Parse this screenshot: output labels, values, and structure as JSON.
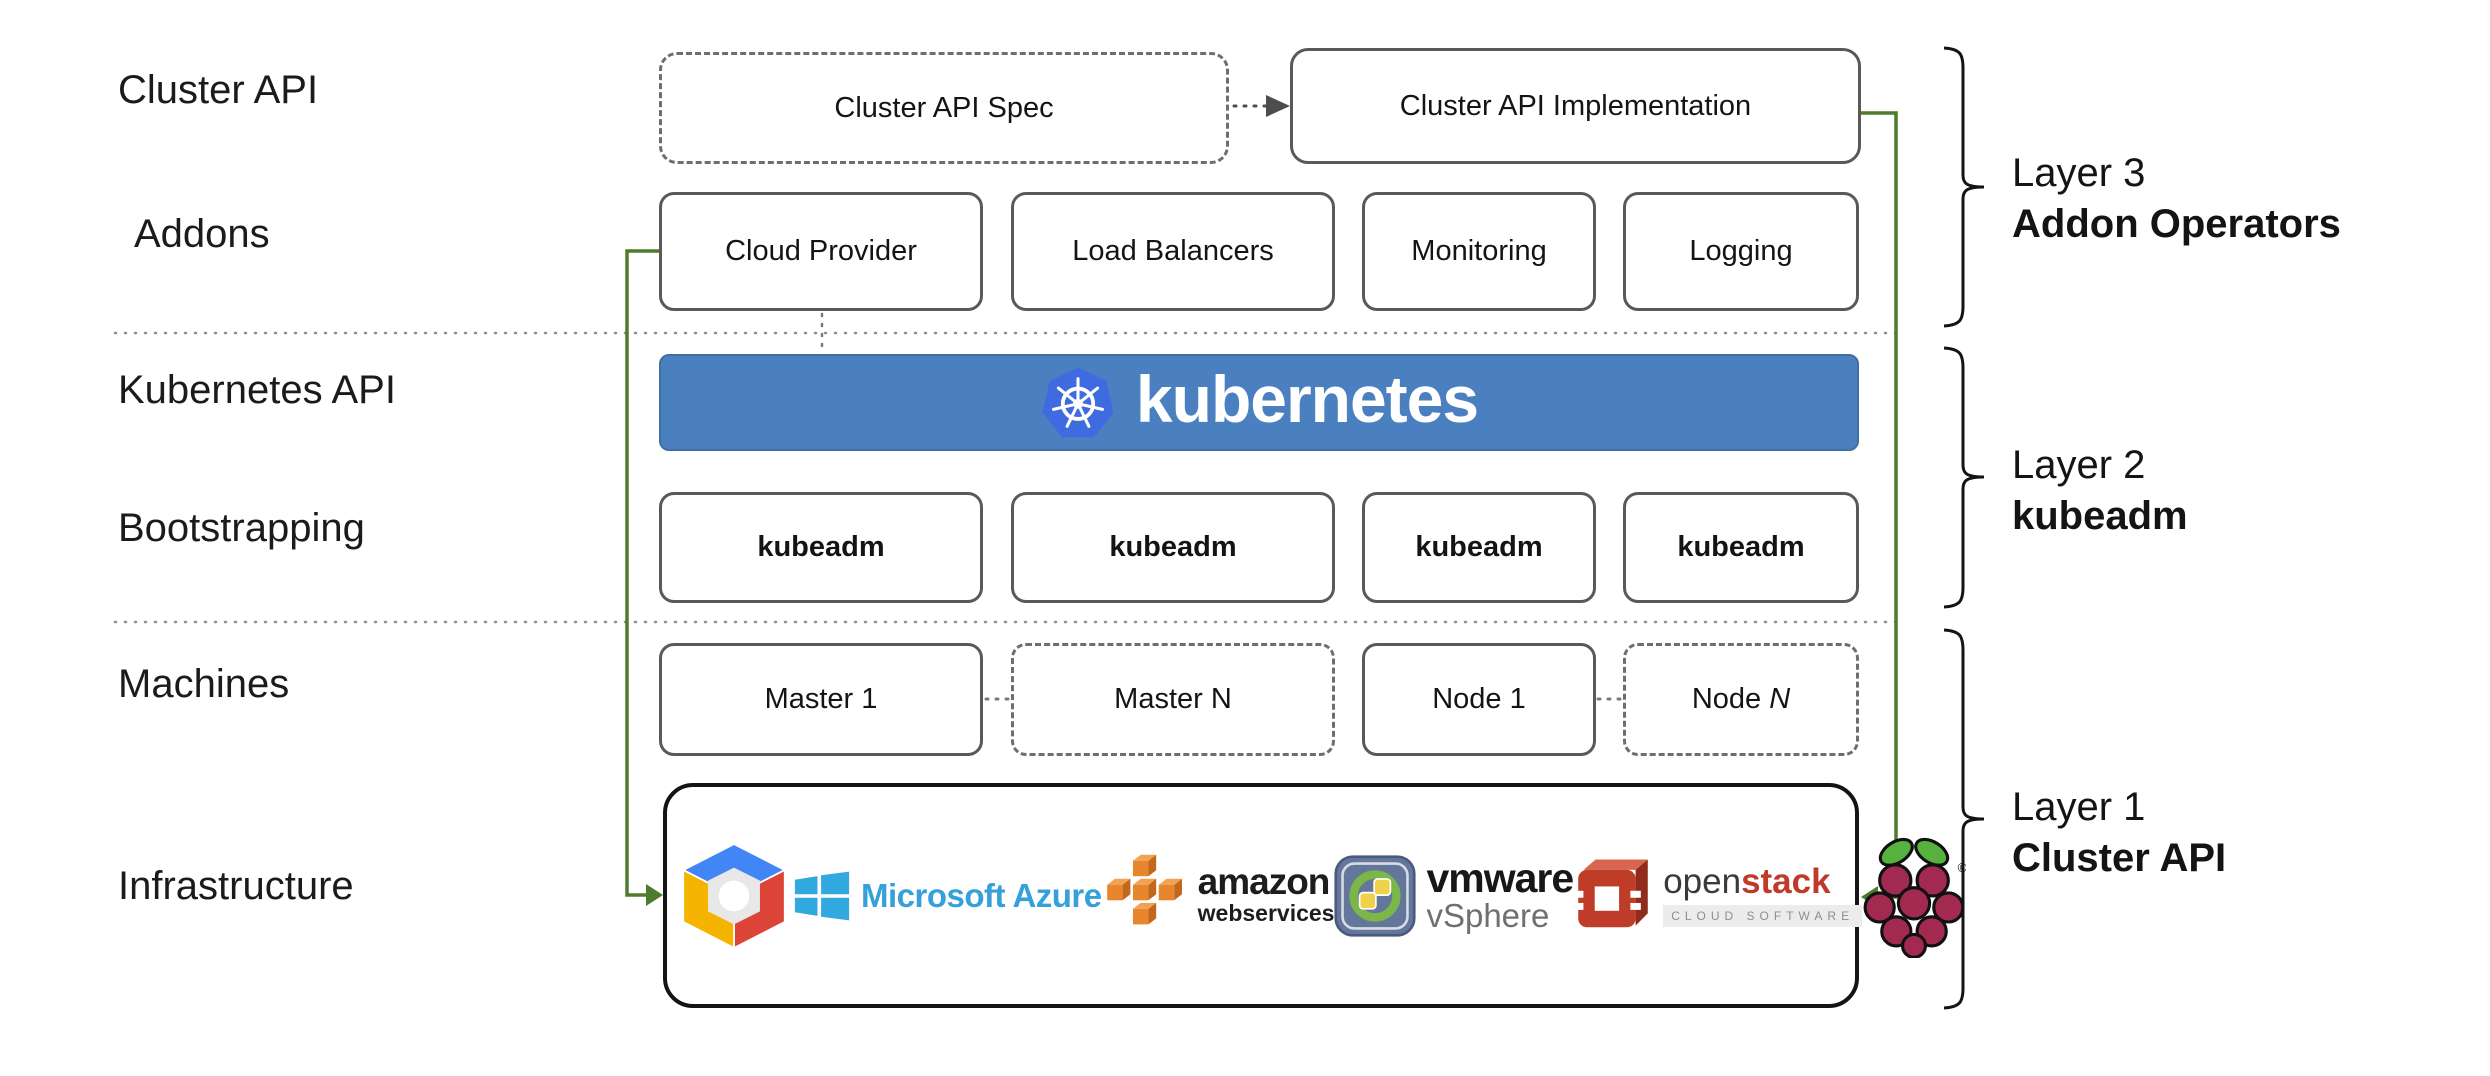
{
  "left_labels": {
    "cluster_api": "Cluster API",
    "addons": "Addons",
    "kubernetes_api": "Kubernetes API",
    "bootstrapping": "Bootstrapping",
    "machines": "Machines",
    "infrastructure": "Infrastructure"
  },
  "top_row": {
    "spec": "Cluster API Spec",
    "implementation": "Cluster API Implementation"
  },
  "addons_row": {
    "items": [
      "Cloud Provider",
      "Load Balancers",
      "Monitoring",
      "Logging"
    ]
  },
  "kubernetes_banner": {
    "wordmark": "kubernetes"
  },
  "bootstrapping_row": {
    "items": [
      "kubeadm",
      "kubeadm",
      "kubeadm",
      "kubeadm"
    ]
  },
  "machines_row": {
    "labels": [
      "Master 1",
      "Master N",
      "Node 1",
      "Node"
    ],
    "node_n_suffix": "N"
  },
  "infrastructure_box": {
    "providers": [
      {
        "name": "Google Cloud Platform"
      },
      {
        "name": "Microsoft Azure",
        "label": "Microsoft Azure"
      },
      {
        "name": "Amazon Web Services",
        "line1": "amazon",
        "line2": "webservices"
      },
      {
        "name": "VMware vSphere",
        "line1": "vmware",
        "line2": "vSphere"
      },
      {
        "name": "OpenStack",
        "part1": "open",
        "part2": "stack",
        "sub": "CLOUD SOFTWARE"
      },
      {
        "name": "Raspberry Pi"
      }
    ]
  },
  "layer_braces": [
    {
      "title": "Layer 3",
      "subtitle": "Addon Operators"
    },
    {
      "title": "Layer 2",
      "subtitle": "kubeadm"
    },
    {
      "title": "Layer 1",
      "subtitle": "Cluster API"
    }
  ],
  "colors": {
    "banner_blue": "#4a80bf",
    "k8s_logo_blue": "#3f6be0",
    "connector_green": "#4e7c2c",
    "box_border_gray": "#595959",
    "azure_blue": "#35a0da",
    "aws_orange": "#e8862d",
    "openstack_red": "#c0392b",
    "rpi_crimson": "#a22a51",
    "rpi_green": "#57b13e",
    "gcp_blue": "#4285f4",
    "gcp_red": "#db4437",
    "gcp_yellow": "#f4b400"
  }
}
